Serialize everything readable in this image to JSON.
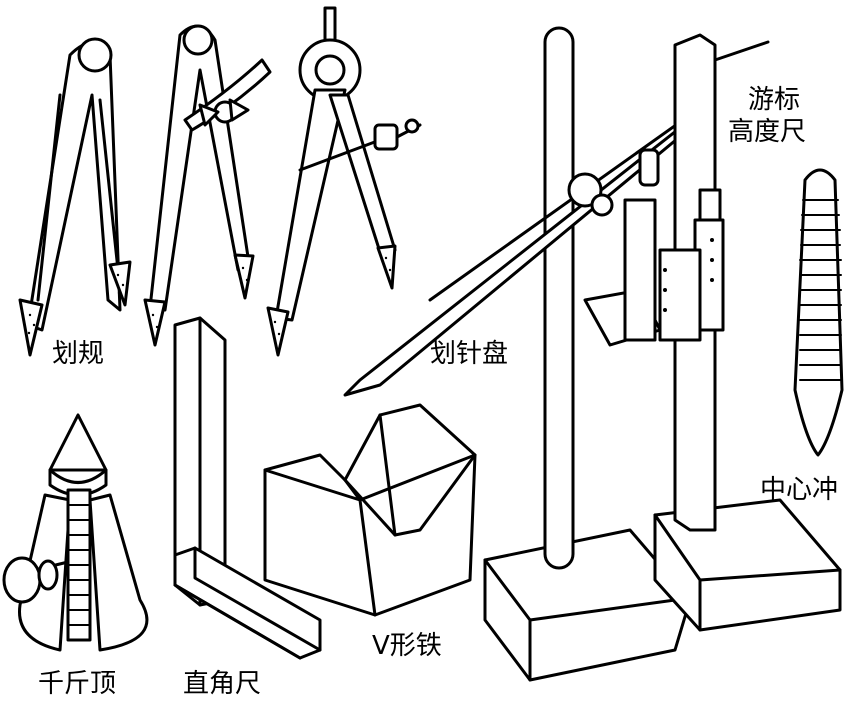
{
  "labels": {
    "dividers": "划规",
    "surface_gauge": "划针盘",
    "height_gauge_line1": "游标",
    "height_gauge_line2": "高度尺",
    "center_punch": "中心冲",
    "jack": "千斤顶",
    "square": "直角尺",
    "v_block": "V形铁"
  },
  "colors": {
    "ink": "#000000",
    "paper": "#ffffff"
  }
}
